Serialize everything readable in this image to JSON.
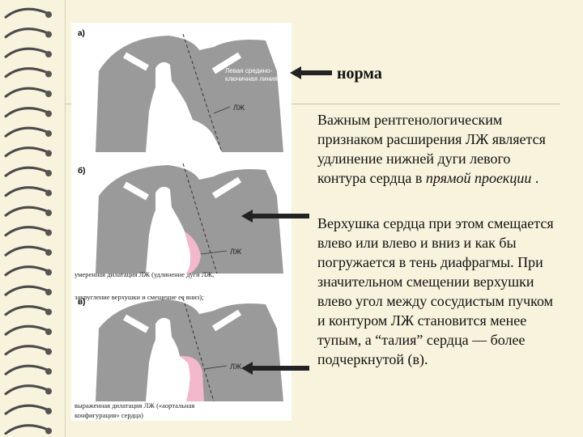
{
  "slide": {
    "norma_label": "норма",
    "paragraph1_main": "Важным рентгенологическим признаком расширения ЛЖ является удлинение нижней дуги левого контура сердца в ",
    "paragraph1_italic": "прямой проекции",
    "paragraph1_end": " .",
    "paragraph2": " Верхушка сердца при этом смещается влево или влево и вниз и как бы погружается в тень диафрагмы. При значительном смещении верхушки влево угол между сосудистым пучком и контуром ЛЖ становится менее тупым, а “талия” сердца — более подчеркнутой (в)."
  },
  "figure": {
    "panel_a_letter": "а)",
    "panel_b_letter": "б)",
    "panel_c_letter": "в)",
    "line_label_1": "Левая средино-",
    "line_label_2": "ключичная линия",
    "lv_label": "ЛЖ",
    "caption_b_1": "умеренная дилатация ЛЖ (удлинение дуги ЛЖ,",
    "caption_b_2": "закругление верхушки и смещение ее вниз);",
    "caption_c_1": "выраженная дилатация ЛЖ («аортальная",
    "caption_c_2": "конфигурация» сердца)"
  },
  "colors": {
    "background": "#f7f3dc",
    "lung_gray": "#9a9a9a",
    "lv_highlight": "#f4b8cc"
  }
}
